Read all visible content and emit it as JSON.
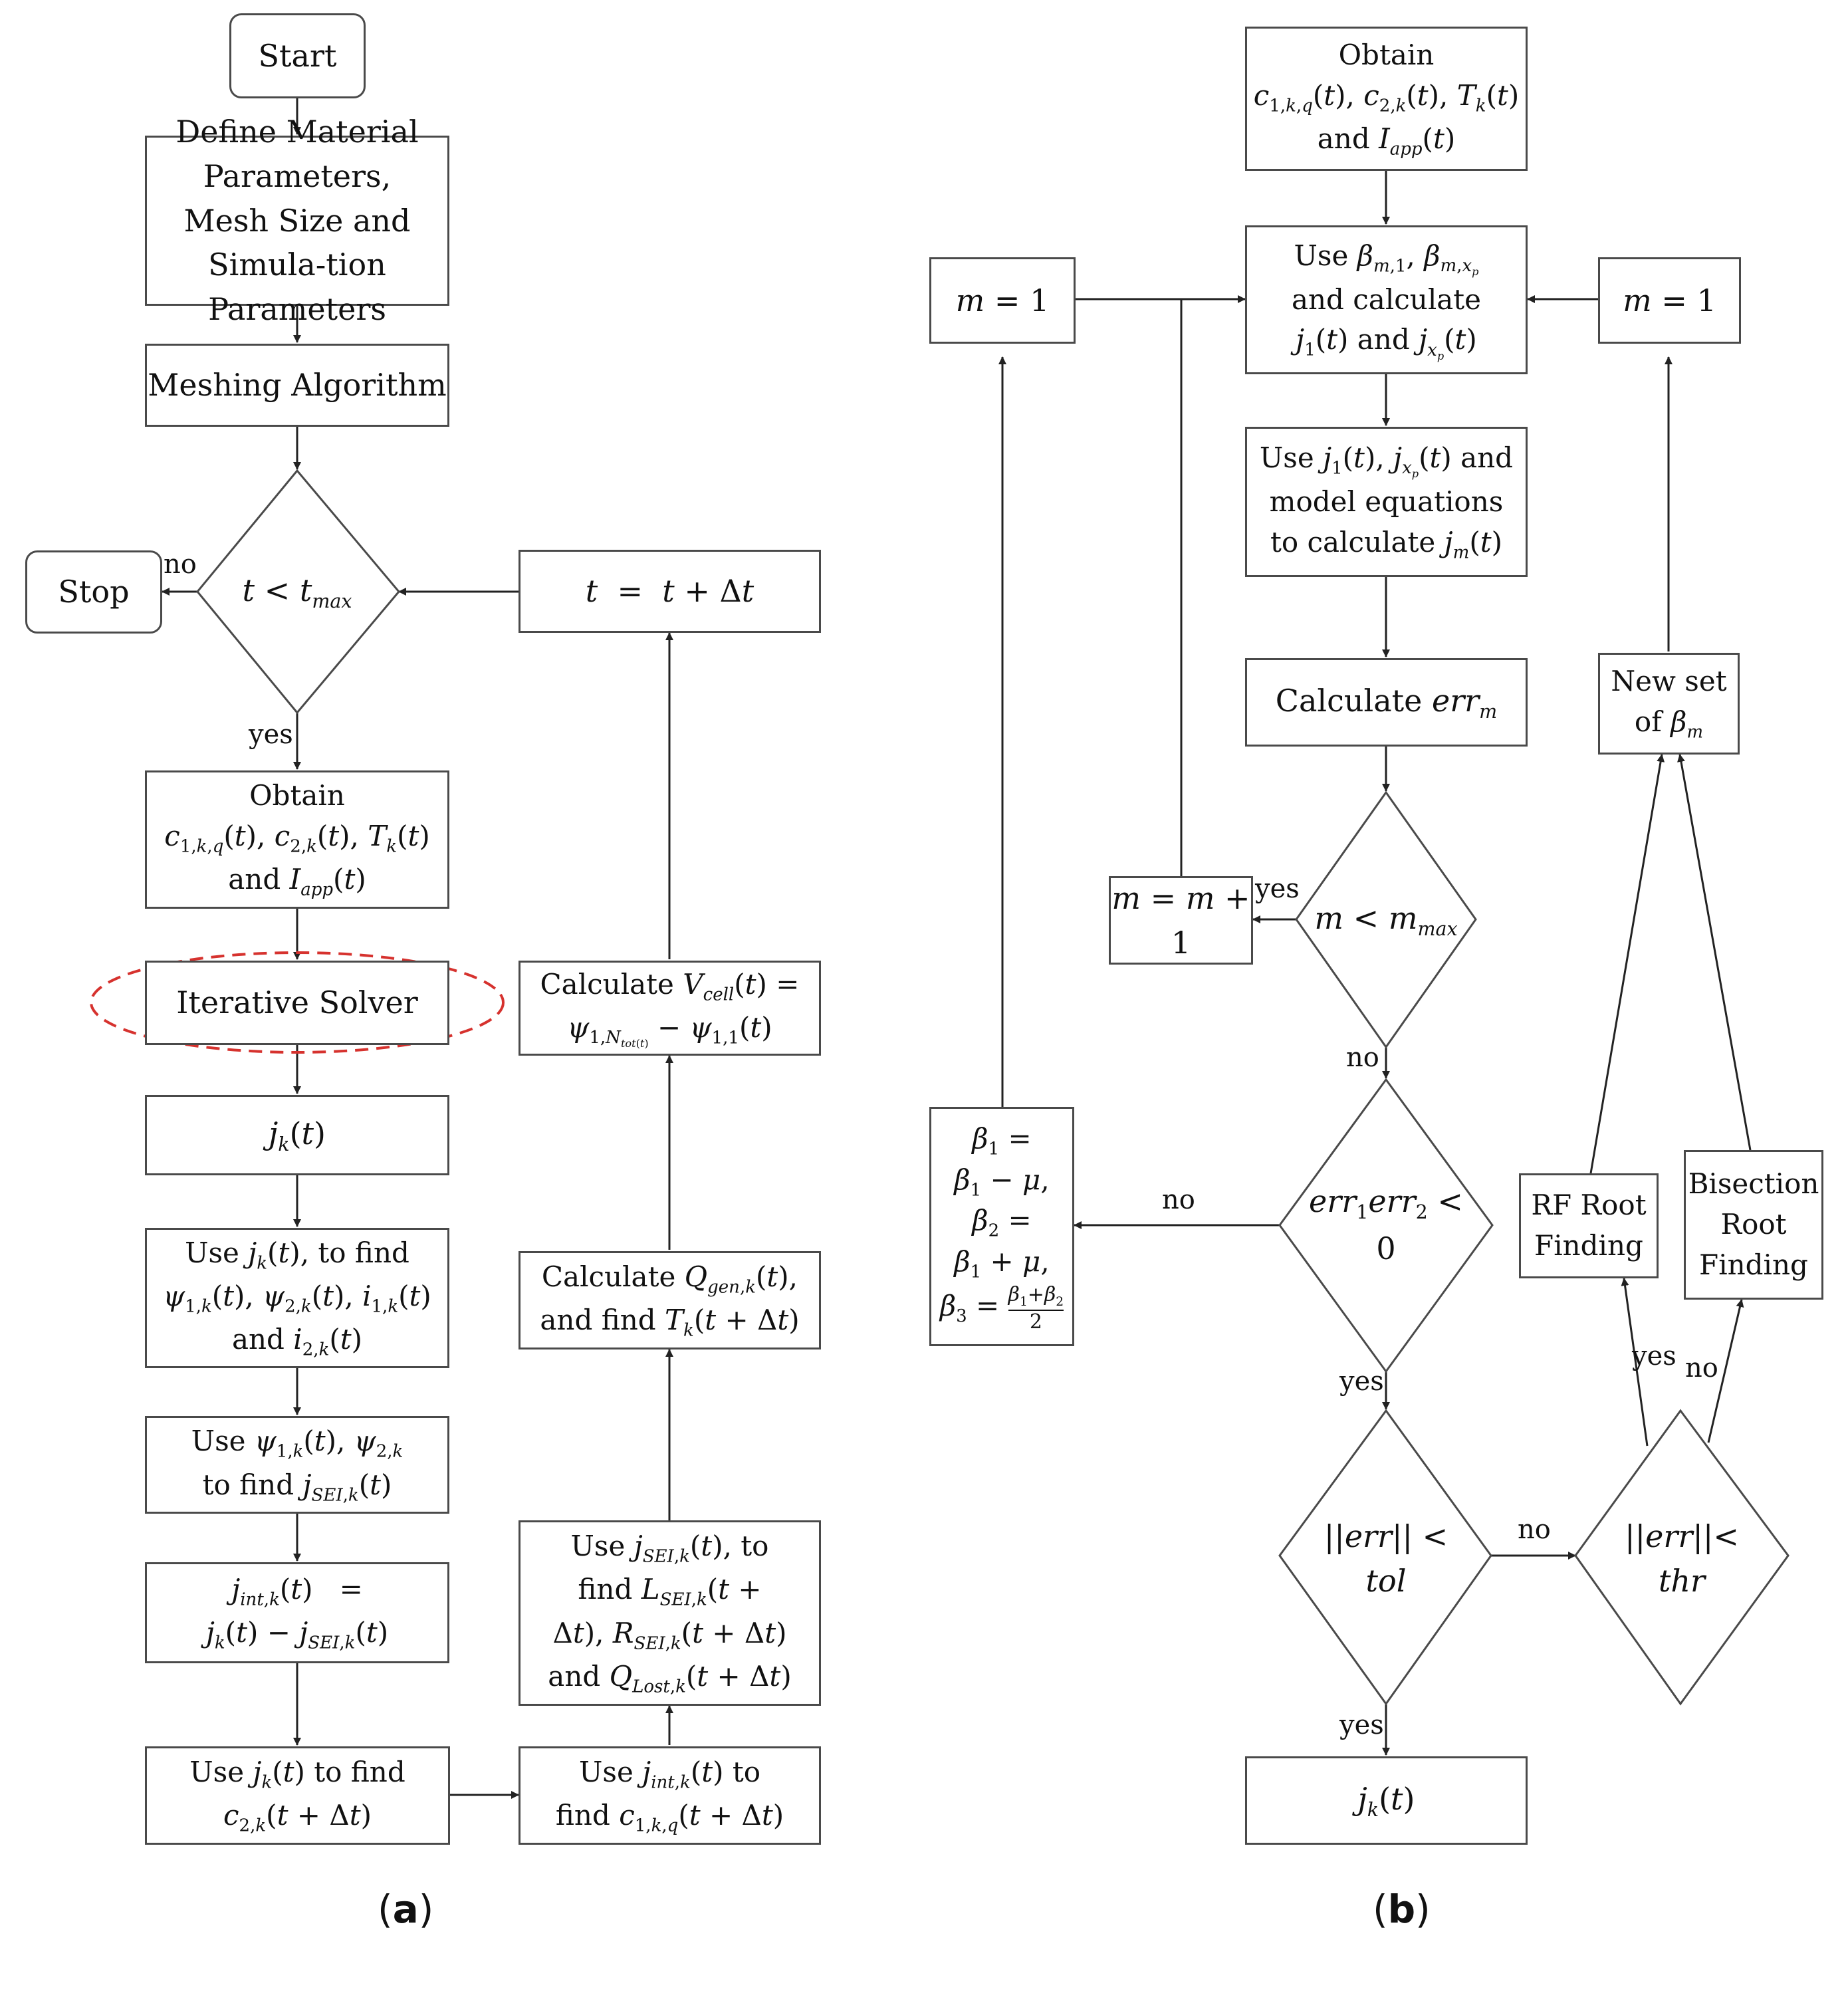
{
  "panel_a": {
    "label_open": "(",
    "label_letter": "a",
    "label_close": ")",
    "start": "Start",
    "define": "Define Material Parameters, Mesh Size and Simula-tion Parameters",
    "meshing": "Meshing Algorithm",
    "stop": "Stop",
    "cond": "t < t_max",
    "update_t": "t = t + Δt",
    "obtain": [
      "Obtain",
      "c_{1,k,q}(t), c_{2,k}(t), T_k(t)",
      "and I_{app}(t)"
    ],
    "solver": "Iterative Solver",
    "jk": "j_k(t)",
    "use_jk": [
      "Use j_k(t), to find",
      "ψ_{1,k}(t), ψ_{2,k}(t), i_{1,k}(t)",
      "and i_{2,k}(t)"
    ],
    "use_psi": [
      "Use ψ_{1,k}(t), ψ_{2,k}",
      "to find j_{SEI,k}(t)"
    ],
    "jint": [
      "j_{int,k}(t) =",
      "j_k(t) − j_{SEI,k}(t)"
    ],
    "use_c2": [
      "Use j_k(t) to find",
      "c_{2,k}(t + Δt)"
    ],
    "use_jint": [
      "Use j_{int,k}(t) to",
      "find c_{1,k,q}(t + Δt)"
    ],
    "use_jsei": [
      "Use j_{SEI,k}(t), to",
      "find L_{SEI,k}(t +",
      "Δt), R_{SEI,k}(t + Δt)",
      "and Q_{Lost,k}(t + Δt)"
    ],
    "calc_q": [
      "Calculate Q_{gen,k}(t),",
      "and find T_k(t + Δt)"
    ],
    "calc_v": [
      "Calculate V_{cell}(t) =",
      "ψ_{1,N_tot(t)} − ψ_{1,1}(t)"
    ],
    "no": "no",
    "yes": "yes"
  },
  "panel_b": {
    "label_open": "(",
    "label_letter": "b",
    "label_close": ")",
    "obtain": [
      "Obtain",
      "c_{1,k,q}(t), c_{2,k}(t), T_k(t)",
      "and I_{app}(t)"
    ],
    "use_beta": [
      "Use β_{m,1}, β_{m,x_p}",
      "and calculate",
      "j_1(t) and j_{x_p}(t)"
    ],
    "m1_left": "m = 1",
    "m1_right": "m = 1",
    "use_j1": [
      "Use j_1(t), j_{x_p}(t) and",
      "model equations",
      "to calculate j_m(t)"
    ],
    "calc_err": "Calculate err_m",
    "cond_m": "m < m_max",
    "m_inc": "m = m + 1",
    "cond_err": [
      "err_1 err_2 <",
      "0"
    ],
    "beta_update": [
      "β_1 =",
      "β_1 − μ,",
      "β_2 =",
      "β_1 + μ,",
      "β_3 = (β_1+β_2)/2"
    ],
    "cond_tol": [
      "||err|| <",
      "tol"
    ],
    "cond_thr": [
      "||err||<",
      "thr"
    ],
    "new_set": [
      "New set",
      "of β_m"
    ],
    "rf": [
      "RF Root",
      "Finding"
    ],
    "bisect": [
      "Bisection",
      "Root",
      "Finding"
    ],
    "jk": "j_k(t)",
    "yes": "yes",
    "no": "no"
  }
}
